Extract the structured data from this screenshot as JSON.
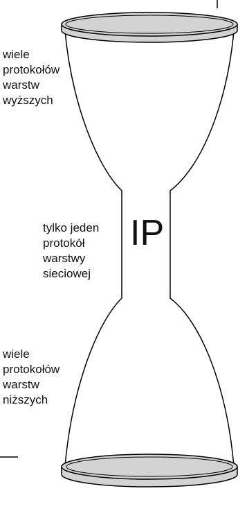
{
  "diagram": {
    "upper_label_lines": [
      "wiele",
      "protokołów",
      "warstw",
      "wyższych"
    ],
    "middle_label_lines": [
      "tylko jeden",
      "protokół",
      "warstwy",
      "sieciowej"
    ],
    "lower_label_lines": [
      "wiele",
      "protokołów",
      "warstw",
      "niższych"
    ],
    "center_label": "IP",
    "colors": {
      "outline": "#000000",
      "cap_fill": "#d3d3d3",
      "background": "#ffffff"
    }
  }
}
